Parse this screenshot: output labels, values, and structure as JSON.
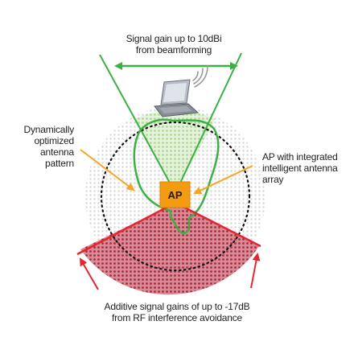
{
  "labels": {
    "beamforming_line1": "Signal gain up to 10dBi",
    "beamforming_line2": "from beamforming",
    "dynamic_line1": "Dynamically",
    "dynamic_line2": "optimized",
    "dynamic_line3": "antenna",
    "dynamic_line4": "pattern",
    "ap_desc_line1": "AP with integrated",
    "ap_desc_line2": "intelligent antenna",
    "ap_desc_line3": "array",
    "interference_line1": "Additive signal gains of up to -17dB",
    "interference_line2": "from RF interference avoidance",
    "ap_box": "AP"
  },
  "colors": {
    "green": "#3cb043",
    "green_fill": "#c9e8b8",
    "red": "#e3262f",
    "red_fill": "#b83a4a",
    "orange": "#f5a623",
    "ap_box": "#f39c12",
    "dotted_circle": "#111111",
    "gray_pattern": "#d8d8d8"
  },
  "icons": {
    "laptop": "laptop-icon",
    "wifi": "wifi-signal-icon"
  }
}
